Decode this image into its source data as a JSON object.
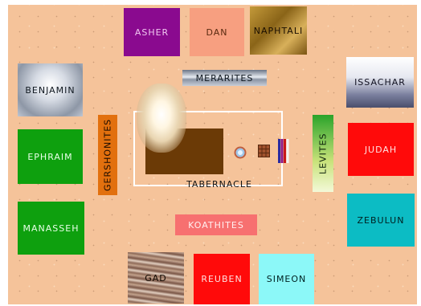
{
  "camp": {
    "north": [
      "ASHER",
      "DAN",
      "NAPHTALI"
    ],
    "west": [
      "BENJAMIN",
      "EPHRAIM",
      "MANASSEH"
    ],
    "east": [
      "ISSACHAR",
      "JUDAH",
      "ZEBULUN"
    ],
    "south": [
      "GAD",
      "REUBEN",
      "SIMEON"
    ],
    "levites": {
      "north": "MERARITES",
      "west": "GERSHONITES",
      "east": "LEVITES",
      "south": "KOATHITES"
    },
    "center": "TABERNACLE"
  },
  "icons": [
    "laver-icon",
    "altar-icon",
    "gate-icon",
    "glory-cloud-icon"
  ]
}
